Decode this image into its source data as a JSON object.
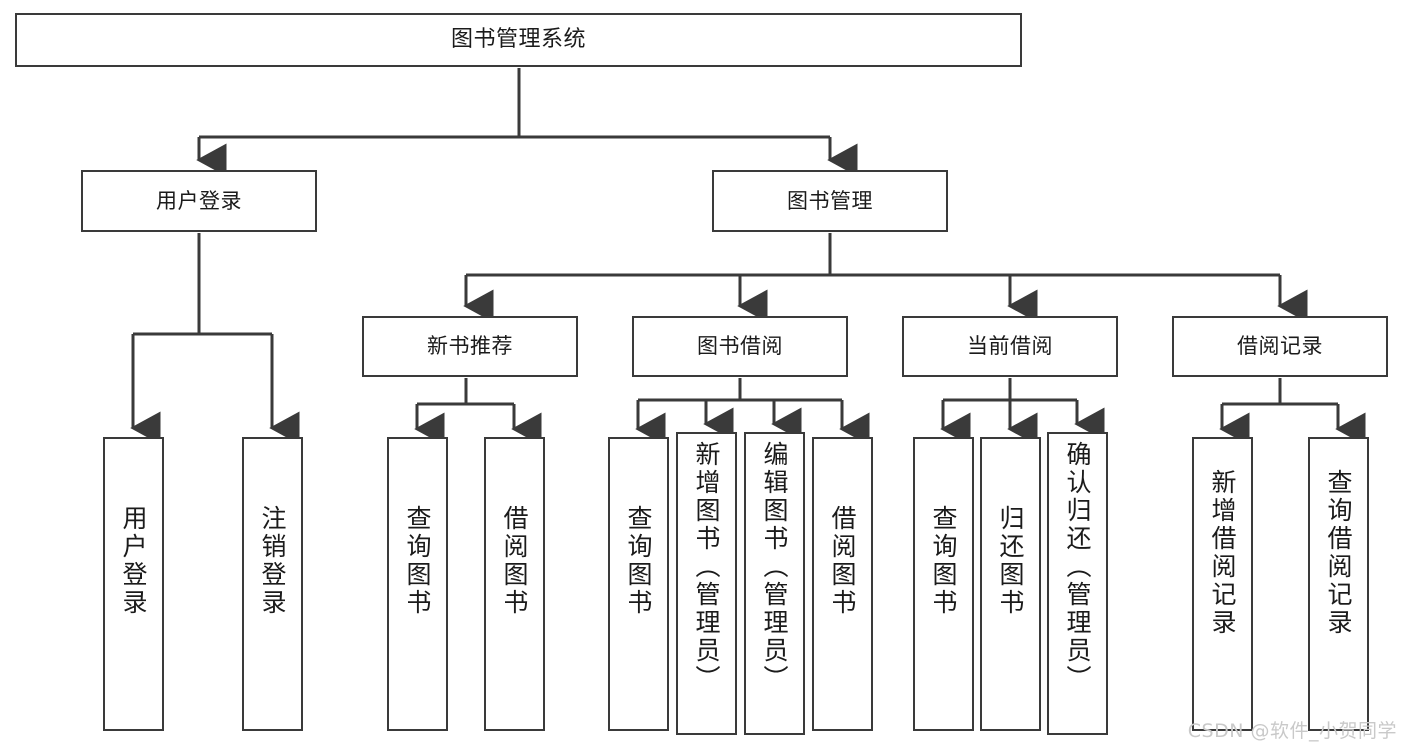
{
  "diagram": {
    "title": "图书管理系统",
    "theme": {
      "box_border": "#3a3a3a",
      "box_fill": "#ffffff",
      "line": "#3a3a3a",
      "text": "#1b1b1b",
      "watermark": "#c9c9c9",
      "background": "#ffffff"
    },
    "nodes": {
      "root": "图书管理系统",
      "user_login": "用户登录",
      "book_manage": "图书管理",
      "new_book_rec": "新书推荐",
      "book_borrow": "图书借阅",
      "current_borrow": "当前借阅",
      "borrow_record": "借阅记录",
      "leaf_user_login": "用户登录",
      "leaf_logout_login": "注销登录",
      "leaf_query_book_1": "查询图书",
      "leaf_borrow_book_1": "借阅图书",
      "leaf_query_book_2": "查询图书",
      "leaf_add_book_admin": "新增图书（管理员）",
      "leaf_edit_book_admin": "编辑图书（管理员）",
      "leaf_borrow_book_2": "借阅图书",
      "leaf_query_book_3": "查询图书",
      "leaf_return_book": "归还图书",
      "leaf_confirm_return_admin": "确认归还（管理员）",
      "leaf_add_borrow_record": "新增借阅记录",
      "leaf_query_borrow_record": "查询借阅记录"
    },
    "watermark": "CSDN @软件_小贺同学"
  }
}
